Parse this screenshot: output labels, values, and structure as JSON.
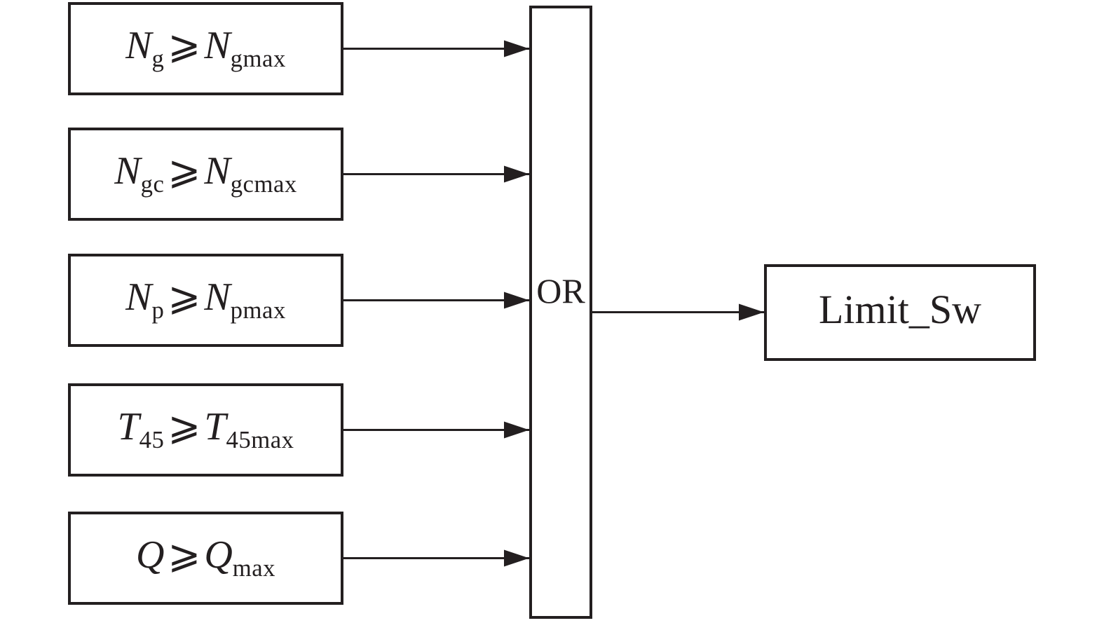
{
  "diagram": {
    "conditions": [
      {
        "lhs_var": "N",
        "lhs_sub": "g",
        "op": "⩾",
        "rhs_var": "N",
        "rhs_sub": "gmax"
      },
      {
        "lhs_var": "N",
        "lhs_sub": "gc",
        "op": "⩾",
        "rhs_var": "N",
        "rhs_sub": "gcmax"
      },
      {
        "lhs_var": "N",
        "lhs_sub": "p",
        "op": "⩾",
        "rhs_var": "N",
        "rhs_sub": "pmax"
      },
      {
        "lhs_var": "T",
        "lhs_sub": "45",
        "op": "⩾",
        "rhs_var": "T",
        "rhs_sub": "45max"
      },
      {
        "lhs_var": "Q",
        "lhs_sub": "",
        "op": "⩾",
        "rhs_var": "Q",
        "rhs_sub": "max"
      }
    ],
    "gate": {
      "label": "OR"
    },
    "output": {
      "label": "Limit_Sw"
    },
    "colors": {
      "stroke": "#231f20",
      "background": "#ffffff"
    }
  }
}
